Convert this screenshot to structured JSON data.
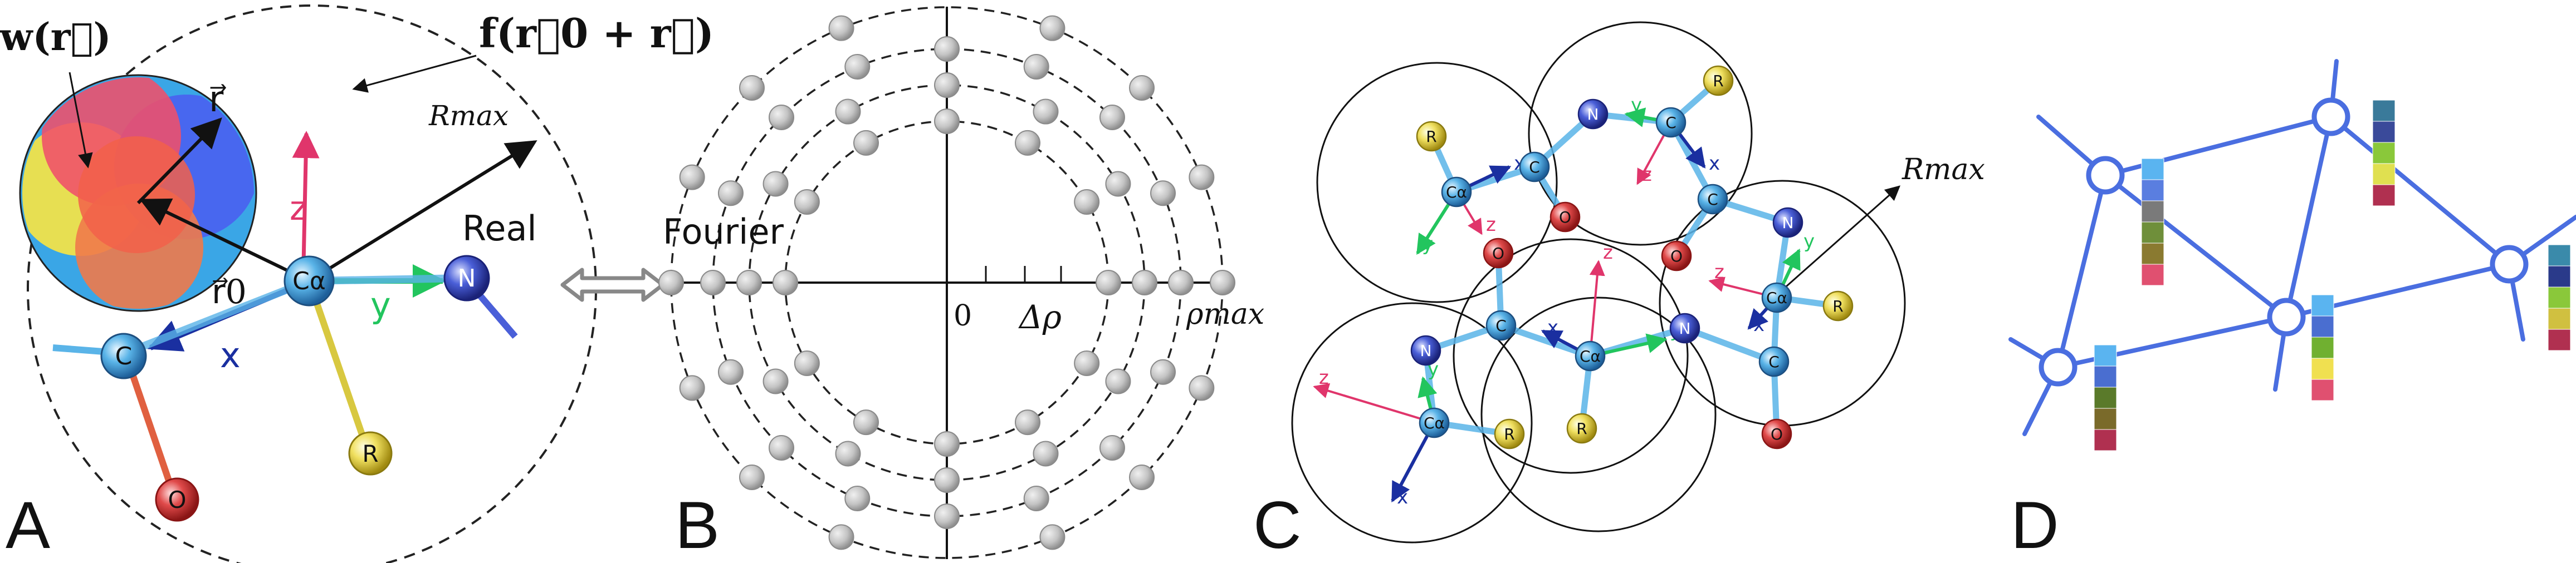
{
  "panels": [
    {
      "letter": "A",
      "labels": {
        "weight": "w(r⃗)",
        "field": "f(r⃗0 + r⃗)",
        "r_vec": "r⃗",
        "r0_vec": "r⃗0",
        "rmax": "Rmax",
        "real": "Real",
        "axis_x": "x",
        "axis_y": "y",
        "axis_z": "z"
      },
      "atoms": {
        "center": "Cα",
        "nitrogen": "N",
        "carbon": "C",
        "oxygen": "O",
        "residue": "R"
      }
    },
    {
      "letter": "B",
      "labels": {
        "fourier": "Fourier",
        "zero": "0",
        "delta_rho": "Δρ",
        "rho_max": "ρmax"
      }
    },
    {
      "letter": "C",
      "labels": {
        "rmax": "Rmax",
        "axis_x": "x",
        "axis_y": "y",
        "axis_z": "z"
      },
      "atoms": {
        "carbon": "C",
        "alpha_carbon": "Cα",
        "nitrogen": "N",
        "oxygen": "O",
        "residue": "R"
      }
    },
    {
      "letter": "D"
    }
  ],
  "colors": {
    "x_axis": "#1a2fa0",
    "y_axis": "#22c55e",
    "z_axis": "#e0356b",
    "carbon": "#5ab4e8",
    "nitrogen": "#4a5fd8",
    "oxygen": "#e04a4a",
    "residue": "#f0e060",
    "graph": "#4a6ee0",
    "feature_palette": [
      "#5ab4f0",
      "#5a7ee0",
      "#8a8a8a",
      "#6f8f3a",
      "#8a7a30",
      "#e05070"
    ]
  }
}
